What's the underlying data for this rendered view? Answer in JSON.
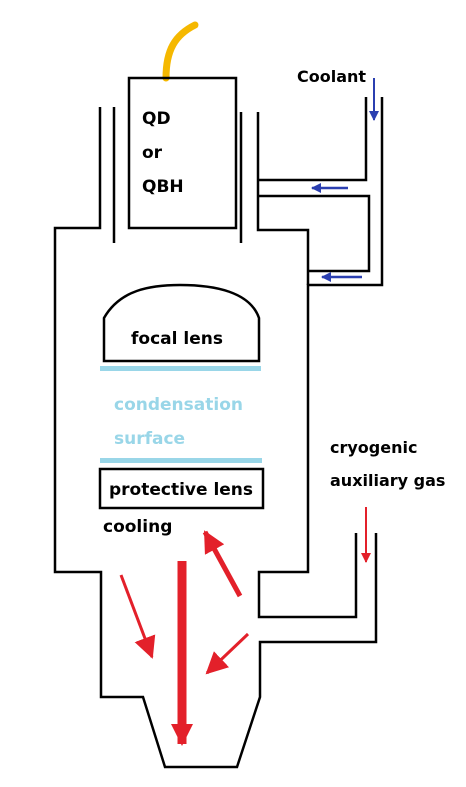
{
  "labels": {
    "head": [
      "QD",
      "or",
      "QBH"
    ],
    "coolant": "Coolant",
    "focal_lens": "focal lens",
    "condensation": [
      "condensation",
      "surface"
    ],
    "protective_lens": "protective lens",
    "cooling": "cooling",
    "cryogenic": [
      "cryogenic",
      "auxiliary gas"
    ]
  },
  "colors": {
    "outline": "#000000",
    "fiber": "#f5b800",
    "coolant_arrow": "#2b3fb0",
    "condensation": "#99d6e8",
    "hot_arrow": "#e3202a"
  }
}
